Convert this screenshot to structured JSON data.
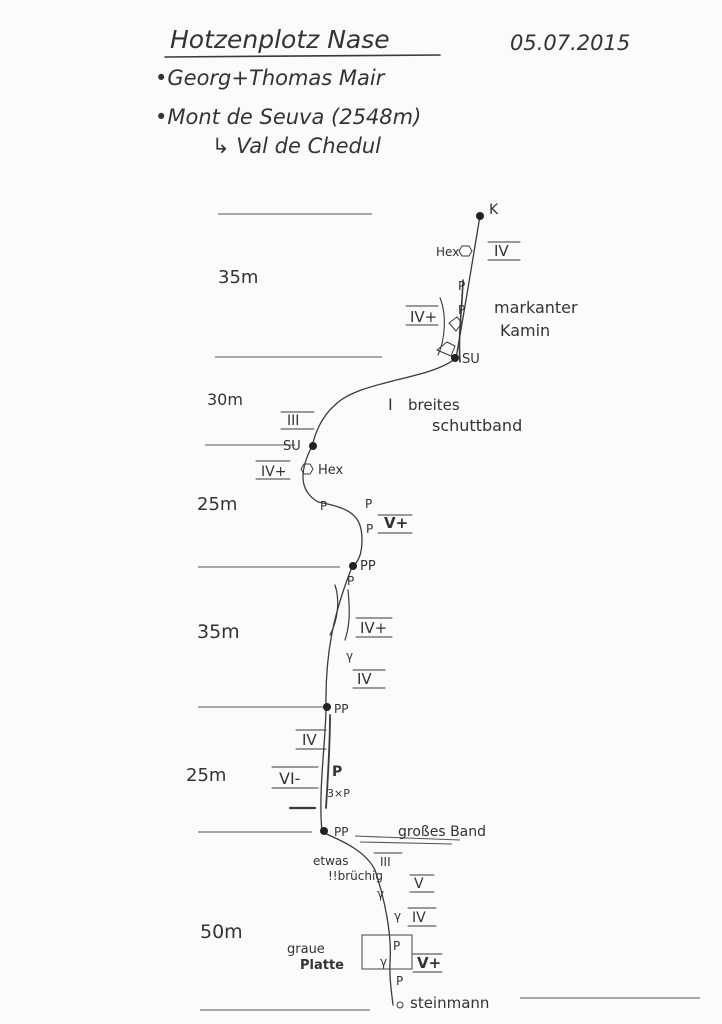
{
  "header": {
    "title": "Hotzenplotz Nase",
    "date": "05.07.2015",
    "climbers": "•Georg+Thomas Mair",
    "mountain": "•Mont de Seuva (2548m)",
    "valley": "↳ Val de Chedul"
  },
  "pitch_lengths": [
    "35m",
    "30m",
    "25m",
    "35m",
    "25m",
    "50m"
  ],
  "grades": {
    "g1": "IV",
    "g2": "IV+",
    "g3": "III",
    "g4": "IV+",
    "g5": "V+",
    "g6": "IV+",
    "g7": "IV",
    "g8": "IV",
    "g9": "VI-",
    "g10": "III",
    "g11": "V",
    "g12": "IV",
    "g13": "V+",
    "g14": "I"
  },
  "marks": {
    "top": "K",
    "su1": "SU",
    "su2": "SU",
    "pp1": "PP",
    "pp2": "PP",
    "pp3": "PP",
    "hex": "Hex",
    "hex2": "Hex",
    "p": "P",
    "three_p": "3×P"
  },
  "notes": {
    "chimney_1": "markanter",
    "chimney_2": "Kamin",
    "band_1": "breites",
    "band_2": "schuttband",
    "gross": "großes Band",
    "etwas": "etwas",
    "bruechig": "!!brüchig",
    "grau_1": "graue",
    "grau_2": "Platte",
    "steinmann": "steinmann"
  }
}
